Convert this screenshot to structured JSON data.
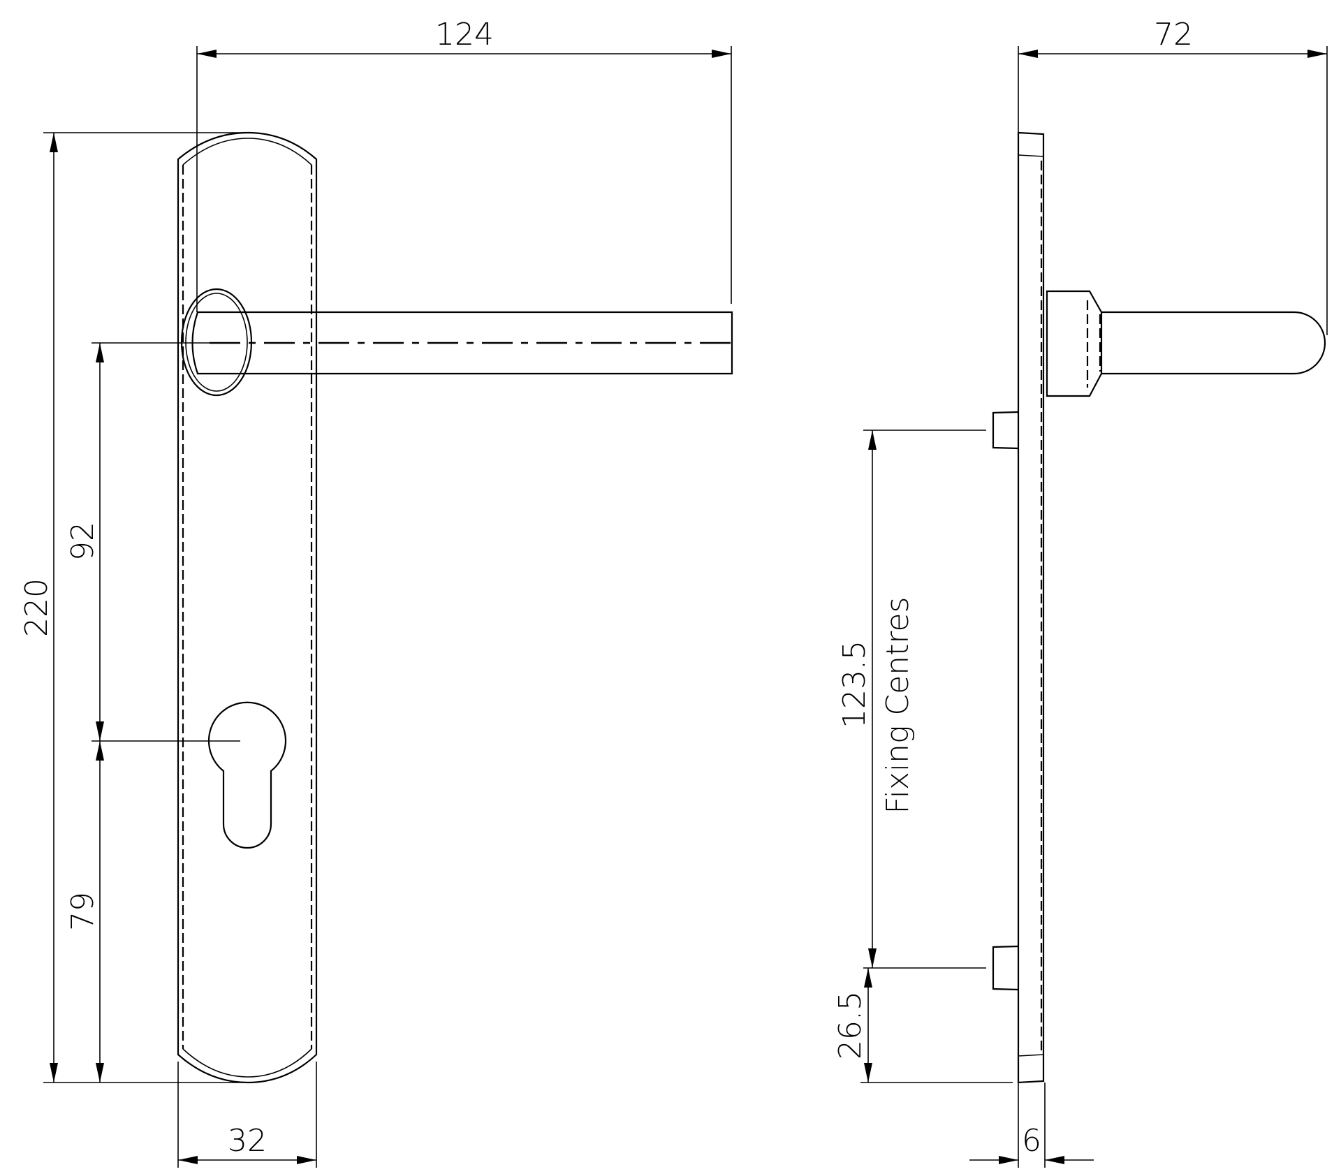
{
  "drawing": {
    "type": "Lever handle on backplate - technical dimension drawing",
    "front_view": {
      "dimensions": {
        "lever_projection": "124",
        "plate_height": "220",
        "lever_to_keyhole": "92",
        "keyhole_to_bottom": "79",
        "plate_width": "32"
      }
    },
    "side_view": {
      "dimensions": {
        "overall_depth": "72",
        "fixing_centres_value": "123.5",
        "fixing_centres_label": "Fixing Centres",
        "bottom_fixing_offset": "26.5",
        "plate_thickness": "6"
      }
    },
    "colors": {
      "line": "#000000",
      "background": "#ffffff"
    }
  }
}
